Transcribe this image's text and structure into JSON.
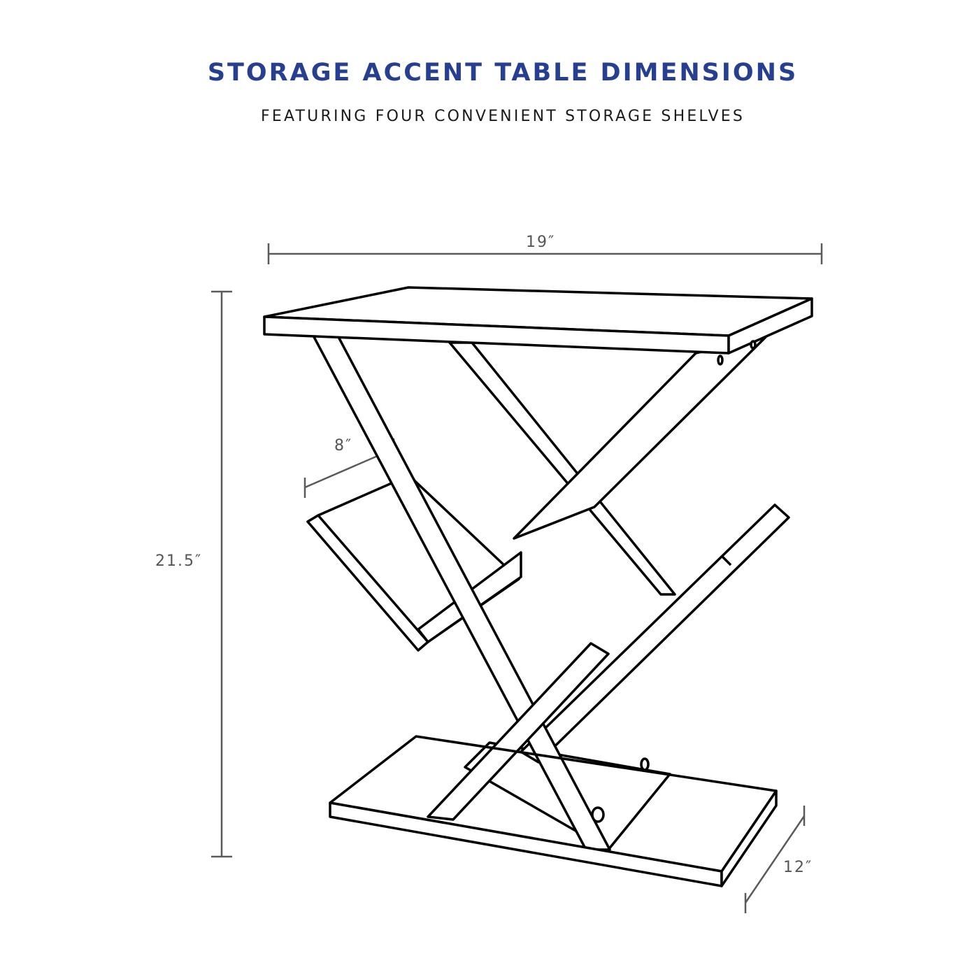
{
  "header": {
    "title": "STORAGE ACCENT TABLE DIMENSIONS",
    "subtitle": "FEATURING FOUR CONVENIENT STORAGE SHELVES"
  },
  "dimensions": {
    "width": "19″",
    "height": "21.5″",
    "shelf_depth": "8″",
    "depth": "12″"
  },
  "colors": {
    "title": "#263f91",
    "dimension_lines": "#5a5a5a",
    "drawing_lines": "#000000"
  }
}
